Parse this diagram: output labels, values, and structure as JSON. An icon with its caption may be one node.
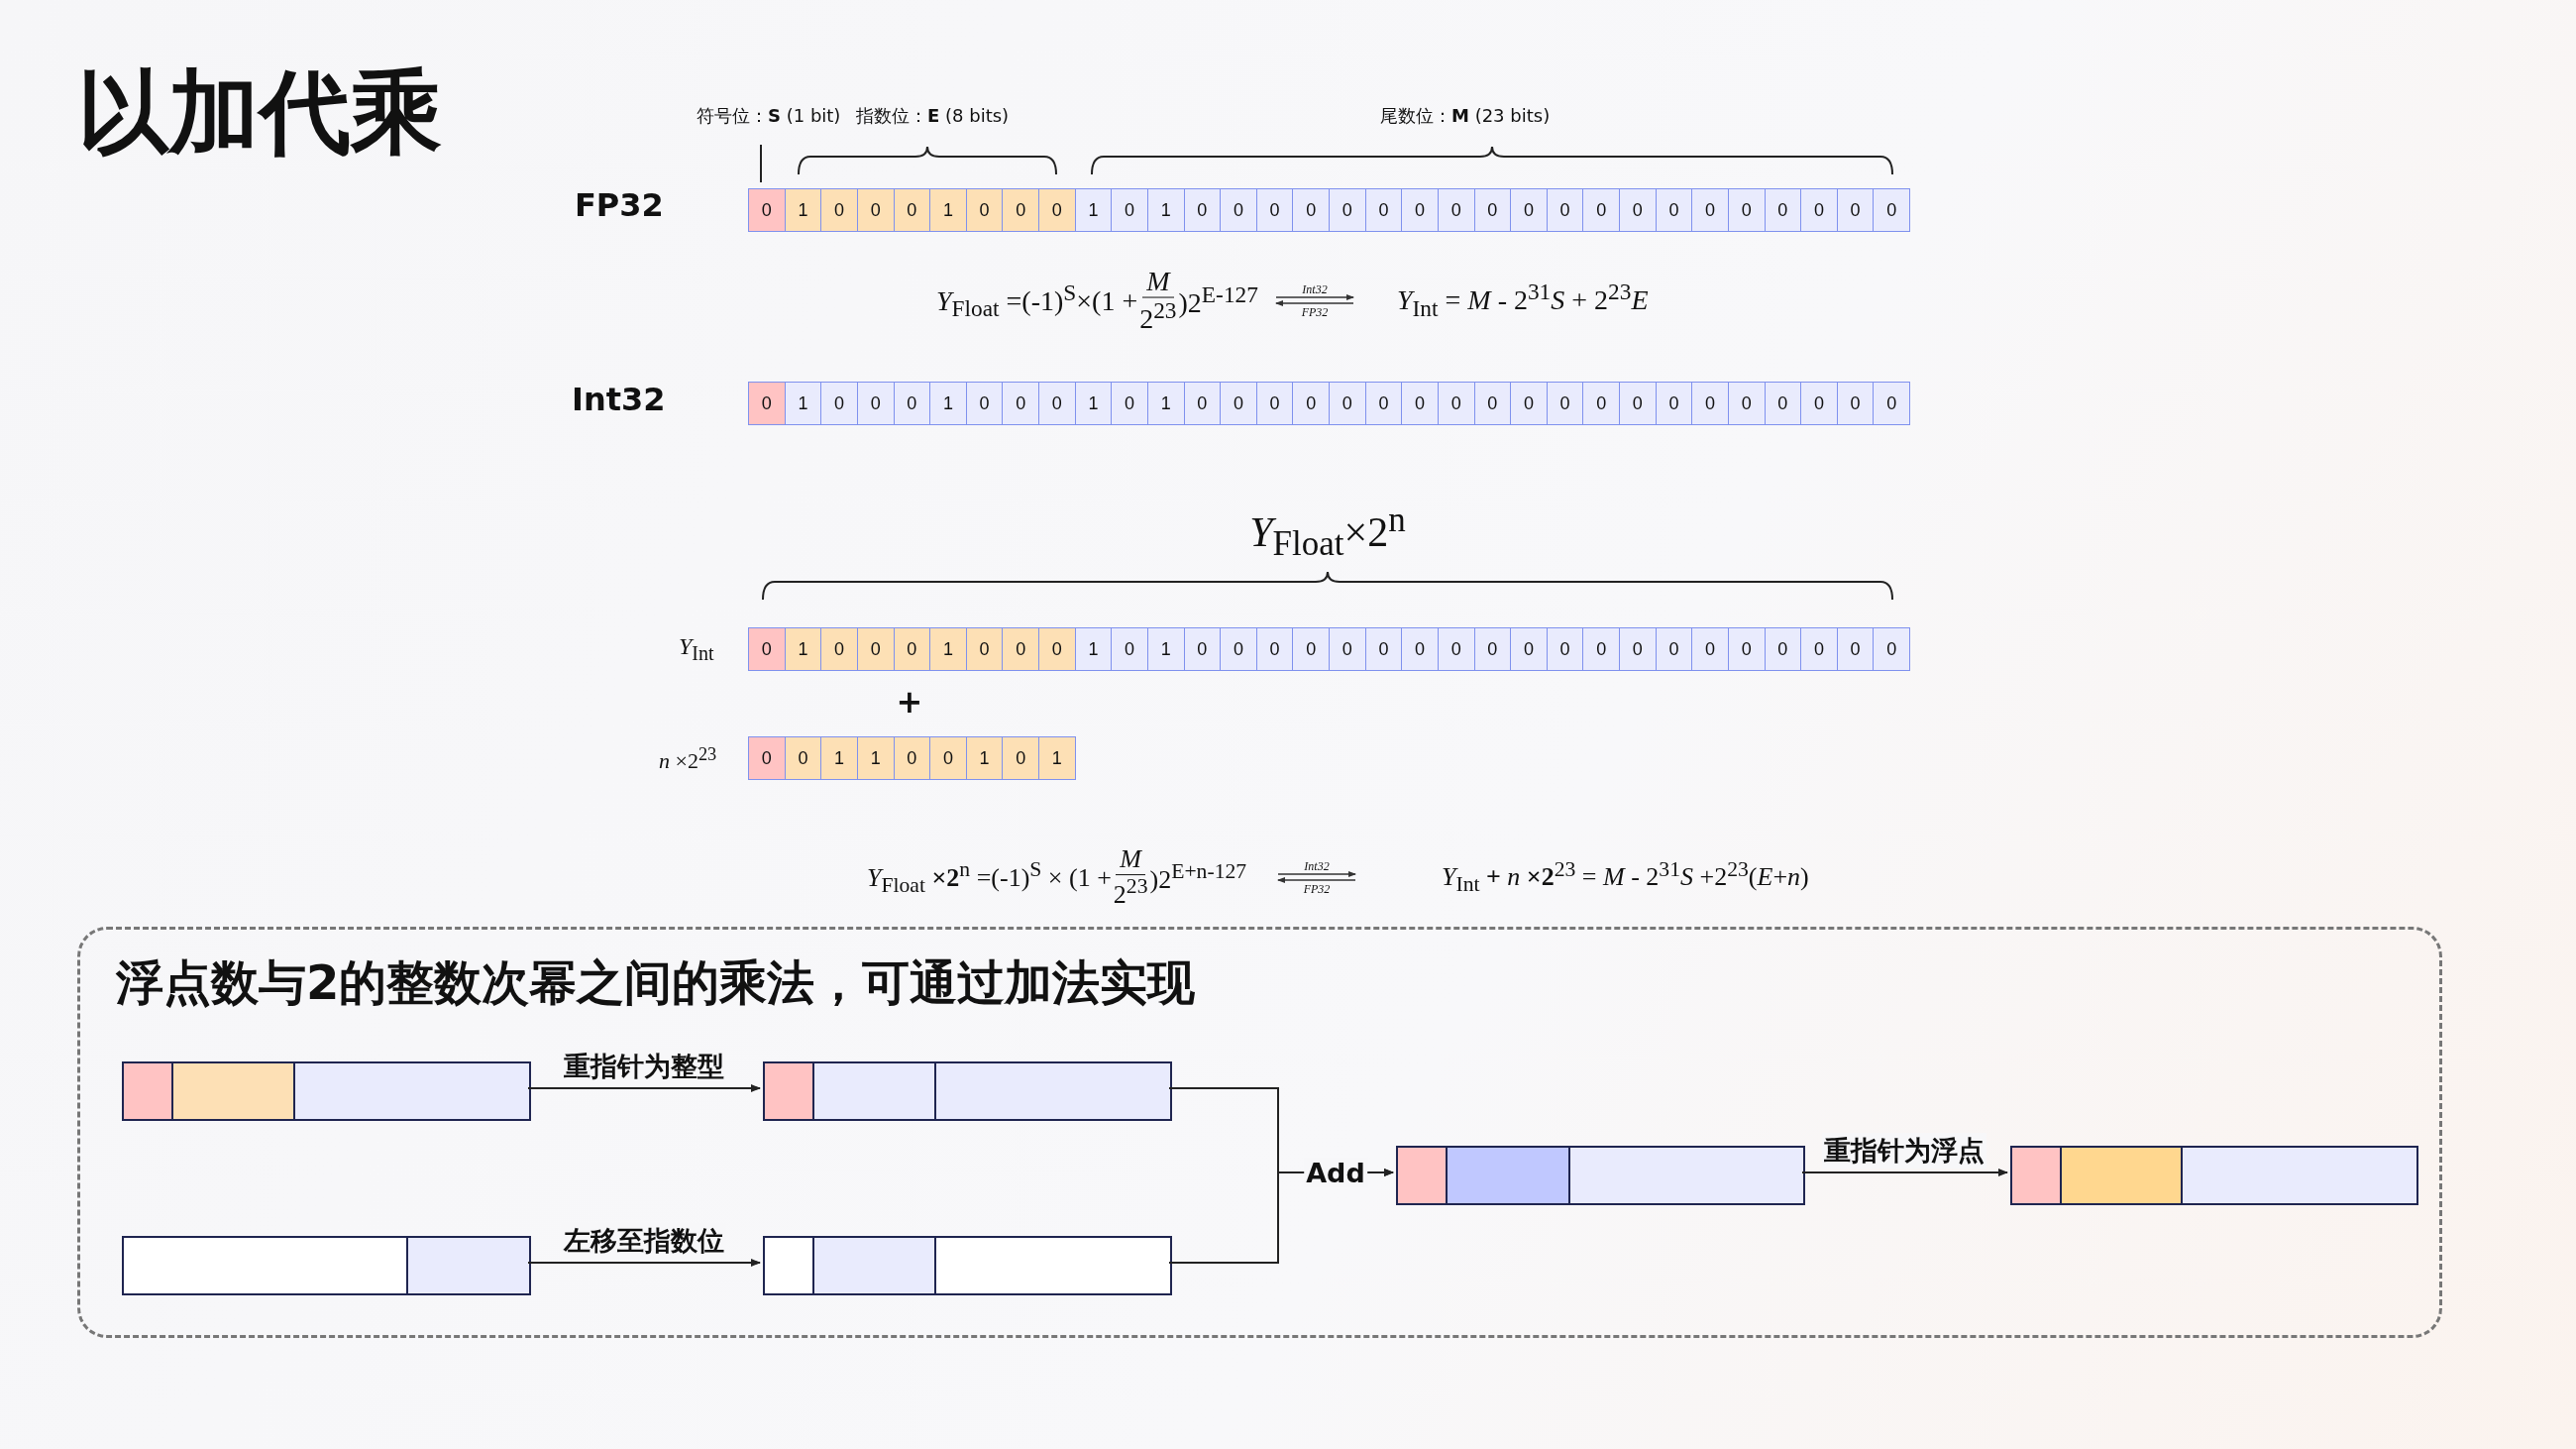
{
  "diagram": {
    "title": "以加代乘",
    "nodes": [
      {
        "text": [
          "浮点数与2的整数次幂之间的乘法，可通过加法实现"
        ]
      },
      {
        "text": [],
        "shape": "bar",
        "in": 0
      },
      {
        "text": [],
        "shape": "bar",
        "in": 0
      },
      {
        "text": [],
        "shape": "bar",
        "in": 0
      },
      {
        "text": [],
        "shape": "bar",
        "in": 0
      },
      {
        "text": [],
        "shape": "bar",
        "in": 0
      },
      {
        "text": [],
        "shape": "bar",
        "in": 0
      }
    ],
    "edges": [
      {
        "from": 1,
        "to": 2,
        "arrow": "to",
        "label": "重指针为整型"
      },
      {
        "from": 5,
        "to": 6,
        "arrow": "to",
        "label": "左移至指数位"
      },
      {
        "from": 2,
        "to": 3,
        "arrow": "to",
        "label": "Add"
      },
      {
        "from": 6,
        "to": 3,
        "arrow": "to"
      },
      {
        "from": 3,
        "to": 4,
        "arrow": "to",
        "label": "重指针为浮点"
      }
    ],
    "labels": [
      "符号位：**S** (1 bit)",
      "指数位：**E** (8 bits)",
      "尾数位：**M** (23 bits)",
      "FP32",
      "0",
      "1",
      "0",
      "0",
      "0",
      "1",
      "0",
      "0",
      "0",
      "1",
      "0",
      "1",
      "0",
      "0",
      "0",
      "0",
      "0",
      "0",
      "0",
      "0",
      "0",
      "0",
      "0",
      "0",
      "0",
      "0",
      "0",
      "0",
      "0",
      "0",
      "0",
      "0",
      "*Y*$_{Float}$ =(-1)$^{S}$×(1 +",
      "*M*",
      "2$^{23}$",
      ")2$^{E-127}$",
      "Int32",
      "FP32",
      "*Y*$_{Int}$ = *M* - 2$^{31}$*S* + 2$^{23}$*E*",
      "Int32",
      "0",
      "1",
      "0",
      "0",
      "0",
      "1",
      "0",
      "0",
      "0",
      "1",
      "0",
      "1",
      "0",
      "0",
      "0",
      "0",
      "0",
      "0",
      "0",
      "0",
      "0",
      "0",
      "0",
      "0",
      "0",
      "0",
      "0",
      "0",
      "0",
      "0",
      "0",
      "0",
      "*Y*$_{Float}$×2$^{n}$",
      "*Y*$_{Int}$",
      "0",
      "1",
      "0",
      "0",
      "0",
      "1",
      "0",
      "0",
      "0",
      "1",
      "0",
      "1",
      "0",
      "0",
      "0",
      "0",
      "0",
      "0",
      "0",
      "0",
      "0",
      "0",
      "0",
      "0",
      "0",
      "0",
      "0",
      "0",
      "0",
      "0",
      "0",
      "0",
      "+",
      "*n* ×2$^{23}$",
      "0",
      "0",
      "1",
      "1",
      "0",
      "0",
      "1",
      "0",
      "1",
      "*Y*$_{Float}$ **×2**$^{n}$ =(-1)$^{S}$ × (1 +",
      "*M*",
      "2$^{23}$",
      ")2$^{E+n-127}$",
      "Int32",
      "FP32",
      "*Y*$_{Int}$ **+** *n* **×2**$^{23}$ = *M* - 2$^{31}$*S* +2$^{23}$(*E*+*n*)"
    ]
  }
}
